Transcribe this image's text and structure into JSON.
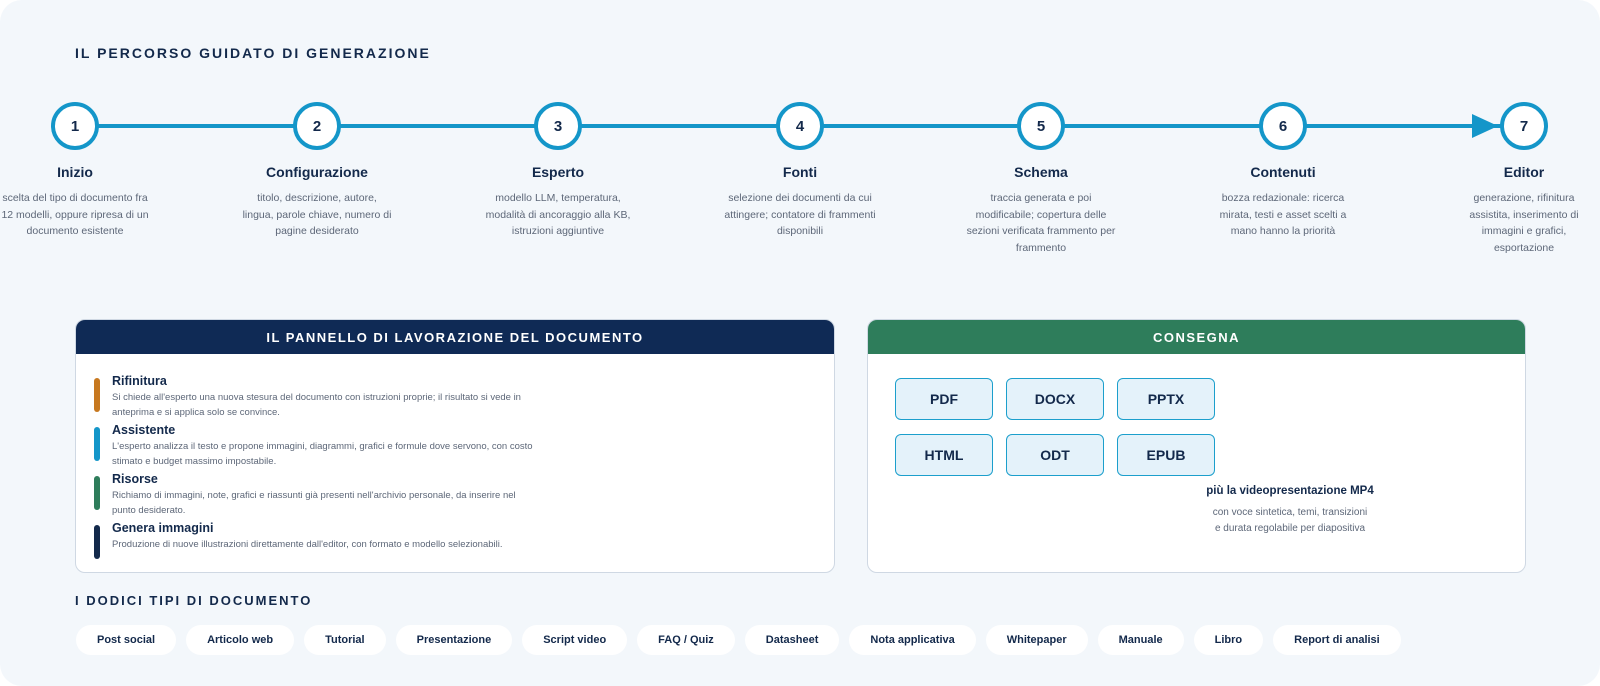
{
  "title": "IL PERCORSO GUIDATO DI GENERAZIONE",
  "steps": [
    {
      "num": "1",
      "title": "Inizio",
      "desc": "scelta del tipo di documento fra 12 modelli, oppure ripresa di un documento esistente"
    },
    {
      "num": "2",
      "title": "Configurazione",
      "desc": "titolo, descrizione, autore, lingua, parole chiave, numero di pagine desiderato"
    },
    {
      "num": "3",
      "title": "Esperto",
      "desc": "modello LLM, temperatura, modalità di ancoraggio alla KB, istruzioni aggiuntive"
    },
    {
      "num": "4",
      "title": "Fonti",
      "desc": "selezione dei documenti da cui attingere; contatore di frammenti disponibili"
    },
    {
      "num": "5",
      "title": "Schema",
      "desc": "traccia generata e poi modificabile; copertura delle sezioni verificata frammento per frammento"
    },
    {
      "num": "6",
      "title": "Contenuti",
      "desc": "bozza redazionale: ricerca mirata, testi e asset scelti a mano hanno la priorità"
    },
    {
      "num": "7",
      "title": "Editor",
      "desc": "generazione, rifinitura assistita, inserimento di immagini e grafici, esportazione"
    }
  ],
  "work_panel": {
    "title": "IL PANNELLO DI LAVORAZIONE DEL DOCUMENTO",
    "items": [
      {
        "name": "Rifinitura",
        "desc": "Si chiede all'esperto una nuova stesura del documento con istruzioni proprie; il risultato si vede in anteprima e si applica solo se convince.",
        "color": "#c7781f"
      },
      {
        "name": "Assistente",
        "desc": "L'esperto analizza il testo e propone immagini, diagrammi, grafici e formule dove servono, con costo stimato e budget massimo impostabile.",
        "color": "#1496c9"
      },
      {
        "name": "Risorse",
        "desc": "Richiamo di immagini, note, grafici e riassunti già presenti nell'archivio personale, da inserire nel punto desiderato.",
        "color": "#2e7d5b"
      },
      {
        "name": "Genera immagini",
        "desc": "Produzione di nuove illustrazioni direttamente dall'editor, con formato e modello selezionabili.",
        "color": "#13294b"
      }
    ]
  },
  "delivery": {
    "title": "CONSEGNA",
    "formats": [
      "PDF",
      "DOCX",
      "PPTX",
      "HTML",
      "ODT",
      "EPUB"
    ],
    "extra_title": "più la videopresentazione MP4",
    "extra_desc_1": "con voce sintetica, temi, transizioni",
    "extra_desc_2": "e durata regolabile per diapositiva"
  },
  "doc_types_title": "I DODICI TIPI DI DOCUMENTO",
  "doc_types": [
    "Post social",
    "Articolo web",
    "Tutorial",
    "Presentazione",
    "Script video",
    "FAQ / Quiz",
    "Datasheet",
    "Nota applicativa",
    "Whitepaper",
    "Manuale",
    "Libro",
    "Report di analisi"
  ],
  "colors": {
    "accent": "#1496c9",
    "navy": "#13294b",
    "green": "#2e7d5b",
    "background": "#f3f7fb"
  }
}
